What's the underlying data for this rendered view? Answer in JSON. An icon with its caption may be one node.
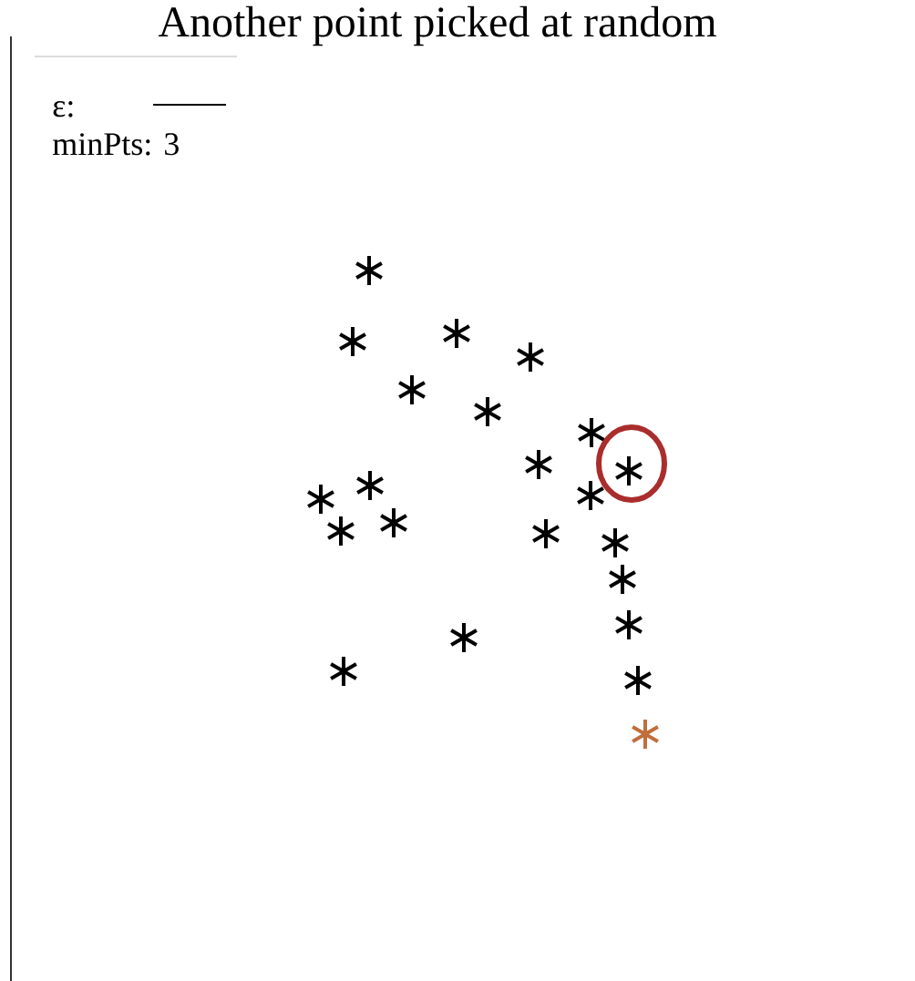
{
  "diagram": {
    "title": "Another point picked at random",
    "labels": [
      "ε:",
      "minPts: 3"
    ]
  }
}
